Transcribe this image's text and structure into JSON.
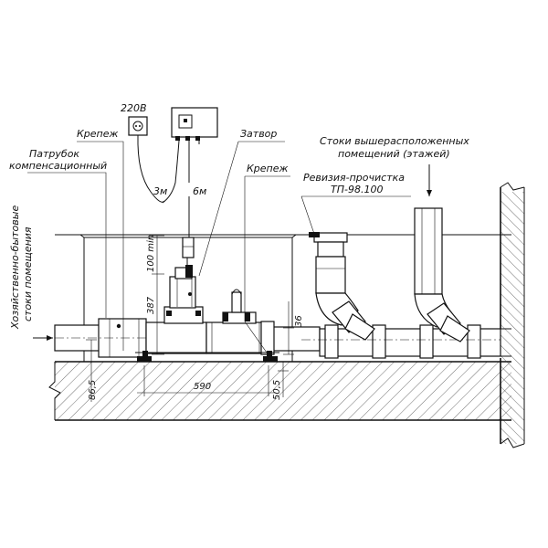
{
  "labels": {
    "power": "220В",
    "fastener_left": "Крепеж",
    "gate": "Затвор",
    "fastener_right": "Крепеж",
    "comp_line1": "Патрубок",
    "comp_line2": "компенсационный",
    "upper_line1": "Стоки вышерасположенных",
    "upper_line2": "помещений (этажей)",
    "revision_line1": "Ревизия-прочистка",
    "revision_line2": "ТП-98.100",
    "household_line1": "Хозяйственно-бытовые",
    "household_line2": "стоки помещения",
    "cable_3m": "3м",
    "cable_6m": "6м"
  },
  "dimensions": {
    "d100": "100 min",
    "d387": "387",
    "d36": "36",
    "d86": "86,5",
    "d590": "590",
    "d50": "50,5"
  }
}
